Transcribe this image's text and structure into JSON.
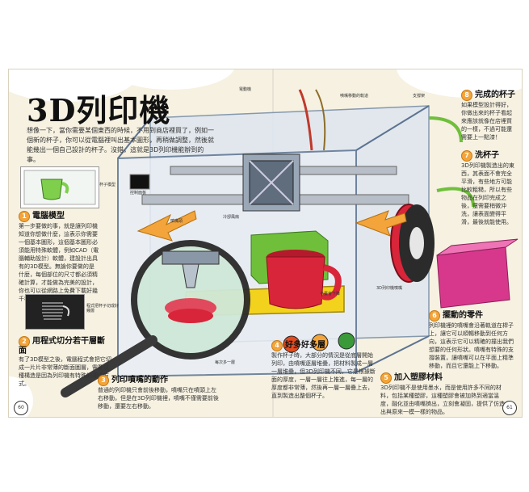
{
  "title": "3D列印機",
  "intro": "想像一下，當你需要某個東西的時候，不用到商店裡買了，例如一個新的杯子，你可以從電腦裡叫出基本圖形，再稍做調整，然後就能幾出一個自己設計的杯子。沒錯，這就是3D列印機能辦到的事。",
  "steps": [
    {
      "num": "1",
      "heading": "電腦模型",
      "body": "第一步要做的事，就是讓列印機知道你想做什麼，這表示你需要一個基本圖形，這個基本圖形必須能用特殊軟體，例如CAD（電腦輔助設計）軟體，建設計出具有的3D模型。無論你要做的是什麼，每個部位的尺寸都必須精確計算，才能做為完美的設計，你也可以從網路上免費下載好幾千種設計。"
    },
    {
      "num": "2",
      "heading": "用程式切分若干層斷面",
      "body": "有了3D模型之後，電腦程式會把它切成一片片非常薄的斷面圖層，需要這種構造是因為列印機有特殊的運作方式。"
    },
    {
      "num": "3",
      "heading": "列印噴嘴的動作",
      "body": "普通的列印機只會前後移動，噴嘴只在噴頭上左右移動，但是在3D列印機裡，噴嘴不僅需要前後移動，還要左右移動。"
    },
    {
      "num": "4",
      "heading": "好多好多層",
      "body": "製作杯子時，大部分的情況是從底層開始列印，由噴嘴逐層堆疊，把材料製成一層一層堆疊，但3D列印機不同，它是根據斷面的厚度，一層一層往上推進，每一層的厚度都非常薄，然後再一層一層疊上去，直到製造出整個杯子。"
    },
    {
      "num": "5",
      "heading": "加入塑膠材料",
      "body": "3D列印機不是使用墨水，而是使用許多不同的材料，包括某種塑膠，這種塑膠會被加熱到適當溫度，融化並由噴嘴擠出，立刻會凝固，提供了仿造出與原來一模一樣的物品。"
    },
    {
      "num": "6",
      "heading": "擺動的零件",
      "body": "列印機裡的噴嘴會沿著軌道在桿子上，讓它可以順暢移動到任何方向，這表示它可以精確的撞出我們想要的任何形狀。噴嘴有特殊的支撐裝置，讓噴嘴可以在平面上精準移動，而且它還能上下移動。"
    },
    {
      "num": "7",
      "heading": "洗杯子",
      "body": "3D列印機製造出的東西，其表面不會完全平滑，有些地方可能比較粗糙，所以有些物品在列印完成之後，還需要稍微沖洗，讓表面變得平滑，最後就能使用。"
    },
    {
      "num": "8",
      "heading": "完成的杯子",
      "body": "如果模型設計得好，你做出來的杯子看起來應該就像在店裡買的一樣，不過可能還需要上一點漆！"
    }
  ],
  "labels": {
    "motor": "電動機",
    "frame": "支撐架",
    "rail": "噴嘴移動的軌道",
    "nozzle_head": "噴嘴頭",
    "fan": "冷卻風扇",
    "screen": "控制面板",
    "spool": "塑膠線捲",
    "platform": "平臺會下降",
    "extruder": "3D列印機噴嘴",
    "cup": "杯子",
    "layer_note": "每次多一層",
    "computer_hint": "杯子模型",
    "slice_hint": "程式把杯子切成好幾層"
  },
  "page_left": "60",
  "page_right": "61",
  "colors": {
    "accent": "#f3a43a",
    "cup": "#d8253a",
    "box": "#d7388c",
    "filament": "#d8253a",
    "platform": "#f3d21e",
    "block": "#6fbf3b"
  }
}
